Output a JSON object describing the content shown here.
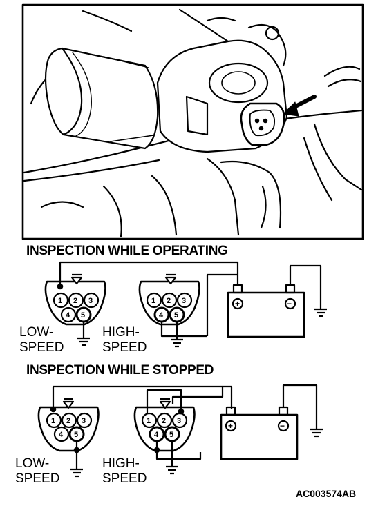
{
  "figure_code": "AC003574AB",
  "sections": [
    {
      "title": "INSPECTION WHILE OPERATING",
      "low_label_line1": "LOW-",
      "low_label_line2": "SPEED",
      "high_label_line1": "HIGH-",
      "high_label_line2": "SPEED",
      "pins": [
        "1",
        "2",
        "3",
        "4",
        "5"
      ],
      "battery_pos": "+",
      "battery_neg": "−"
    },
    {
      "title": "INSPECTION WHILE STOPPED",
      "low_label_line1": "LOW-",
      "low_label_line2": "SPEED",
      "high_label_line1": "HIGH-",
      "high_label_line2": "SPEED",
      "pins": [
        "1",
        "2",
        "3",
        "4",
        "5"
      ],
      "battery_pos": "+",
      "battery_neg": "−"
    }
  ],
  "photo": {
    "subject": "wiper-motor-connector-illustration"
  }
}
